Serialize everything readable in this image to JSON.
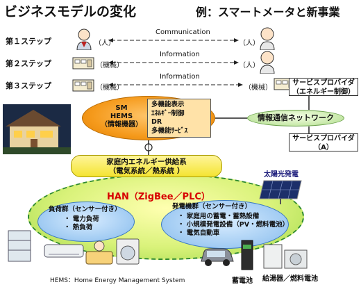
{
  "title": "ビジネスモデルの変化",
  "subtitle": "例：スマートメータと新事業",
  "steps": [
    {
      "label": "第１ステップ",
      "left": "（人）",
      "flow": "Communication",
      "right": "（人）"
    },
    {
      "label": "第２ステップ",
      "left": "（機械）",
      "flow": "Information",
      "right": "（人）"
    },
    {
      "label": "第３ステップ",
      "left": "（機械）",
      "flow": "Information",
      "right": "（機械）"
    }
  ],
  "provider_energy": {
    "line1": "サービスプロバイダ",
    "line2": "（エネルギー制御）"
  },
  "provider_a": {
    "line1": "サービスプロバイダ",
    "line2": "（A）"
  },
  "sm": {
    "line1": "SM",
    "line2": "HEMS",
    "line3": "（情報機器）"
  },
  "functions": [
    "多機能表示",
    "ｴﾈﾙｷﾞｰ制御",
    "DR",
    "多機能ｻｰﾋﾞｽ"
  ],
  "network": "情報通信ネットワーク",
  "energy_system": {
    "line1": "家庭内エネルギー供給系",
    "line2": "（電気系統／熱系統 ）"
  },
  "han": "HAN（ZigBee／PLC）",
  "solar_label": "太陽光発電",
  "loads": {
    "title": "負荷群（センサー付き）",
    "items": [
      "・ 電力負荷",
      "・ 熱負荷"
    ]
  },
  "generators": {
    "title": "発電機群（センサー付き）",
    "items": [
      "・ 家庭用の蓄電・蓄熱設備",
      "・ 小規模発電設備（PV・燃料電池）",
      "・ 電気自動車"
    ]
  },
  "battery_label": "蓄電池",
  "water_heater_label": "給湯器／燃料電池",
  "footnote": "HEMS：Home Energy Management System",
  "colors": {
    "sm": "#f59a1c",
    "network": "#cdebb0",
    "energy": "#f4e432",
    "han": "#d9f27a",
    "han_text": "#d70000",
    "group": "#9fcaf2"
  }
}
